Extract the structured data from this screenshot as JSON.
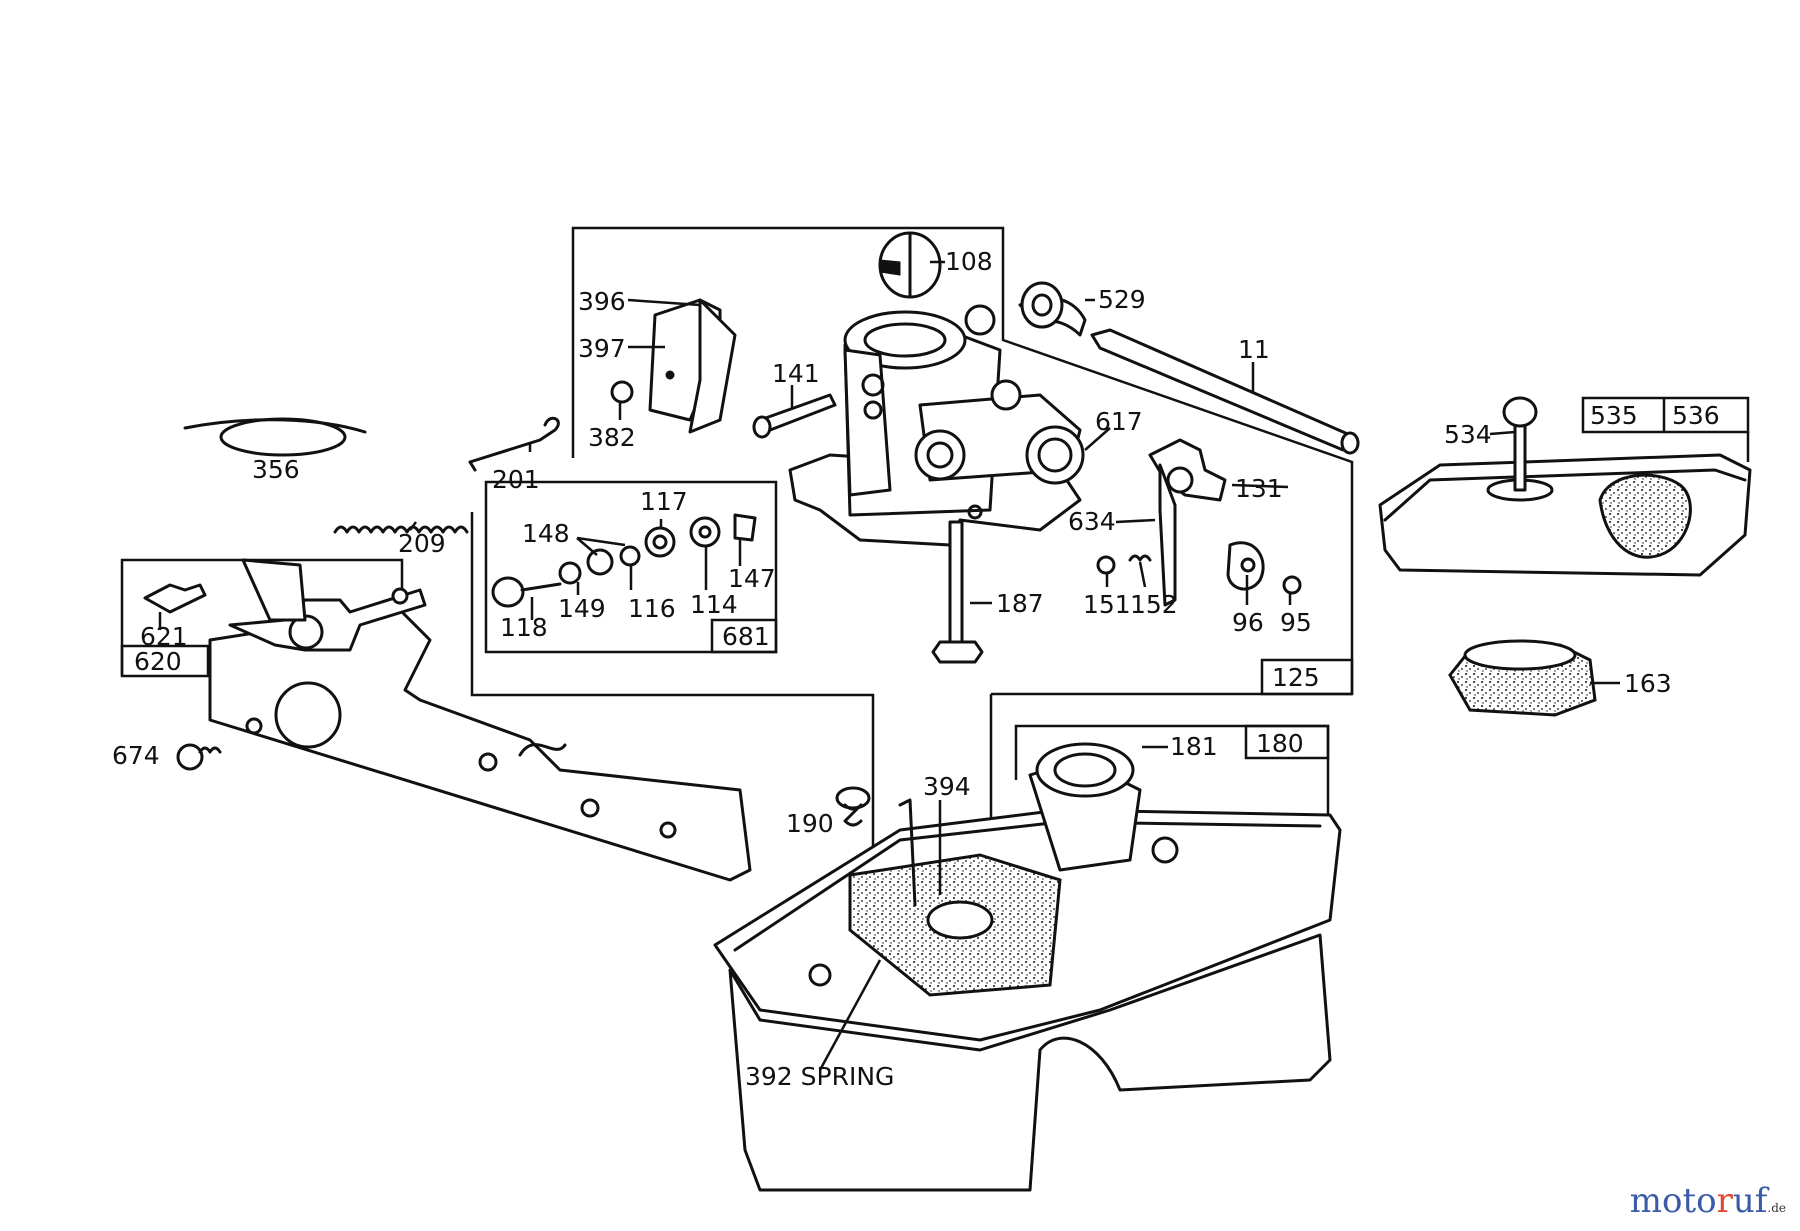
{
  "diagram": {
    "part_numbers": {
      "p108": "108",
      "p396": "396",
      "p397": "397",
      "p382": "382",
      "p141": "141",
      "p529": "529",
      "p11": "11",
      "p356": "356",
      "p201": "201",
      "p209": "209",
      "p617": "617",
      "p131": "131",
      "p634": "634",
      "p151": "151",
      "p152": "152",
      "p96": "96",
      "p95": "95",
      "p187": "187",
      "p117": "117",
      "p148": "148",
      "p147": "147",
      "p118": "118",
      "p149": "149",
      "p116": "116",
      "p114": "114",
      "p621": "621",
      "p674": "674",
      "p534": "534",
      "p163": "163",
      "p181": "181",
      "p190": "190",
      "p394": "394",
      "p392": "392 SPRING"
    },
    "group_boxes": {
      "b681": "681",
      "b125": "125",
      "b620": "620",
      "b535": "535",
      "b536": "536",
      "b180": "180"
    }
  },
  "watermark": {
    "brand_a": "moto",
    "brand_b": "r",
    "brand_c": "uf",
    "tld": ".de"
  }
}
